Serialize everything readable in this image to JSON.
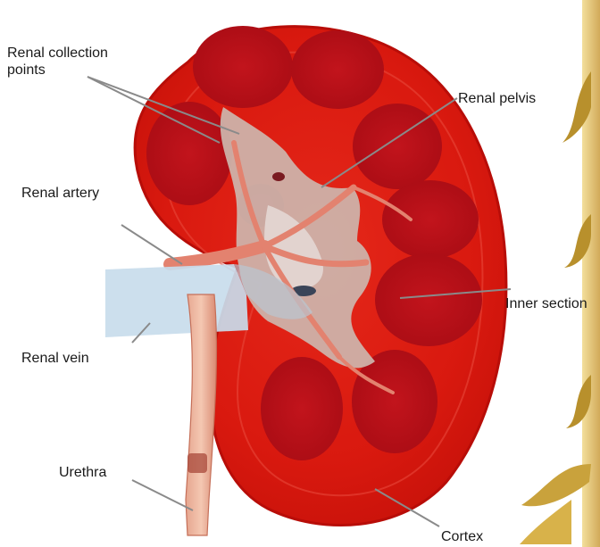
{
  "labels": {
    "renal_collection_points": [
      "Renal collection",
      "points"
    ],
    "renal_pelvis": "Renal pelvis",
    "renal_artery": "Renal artery",
    "inner_section": "Inner section",
    "renal_vein": "Renal vein",
    "urethra": "Urethra",
    "cortex": "Cortex"
  },
  "colors": {
    "cortex": "#d9190f",
    "cortex_dark": "#b80d08",
    "medulla_pyramid": "#b5121a",
    "pelvis": "#c9b3ad",
    "artery": "#e3826f",
    "vein": "#c8dcec",
    "leader_line": "#8a8a8a",
    "vine": "#e6c56a",
    "text": "#1a1a1a"
  },
  "icons": [
    "kidney-illustration",
    "decorative-vine"
  ]
}
